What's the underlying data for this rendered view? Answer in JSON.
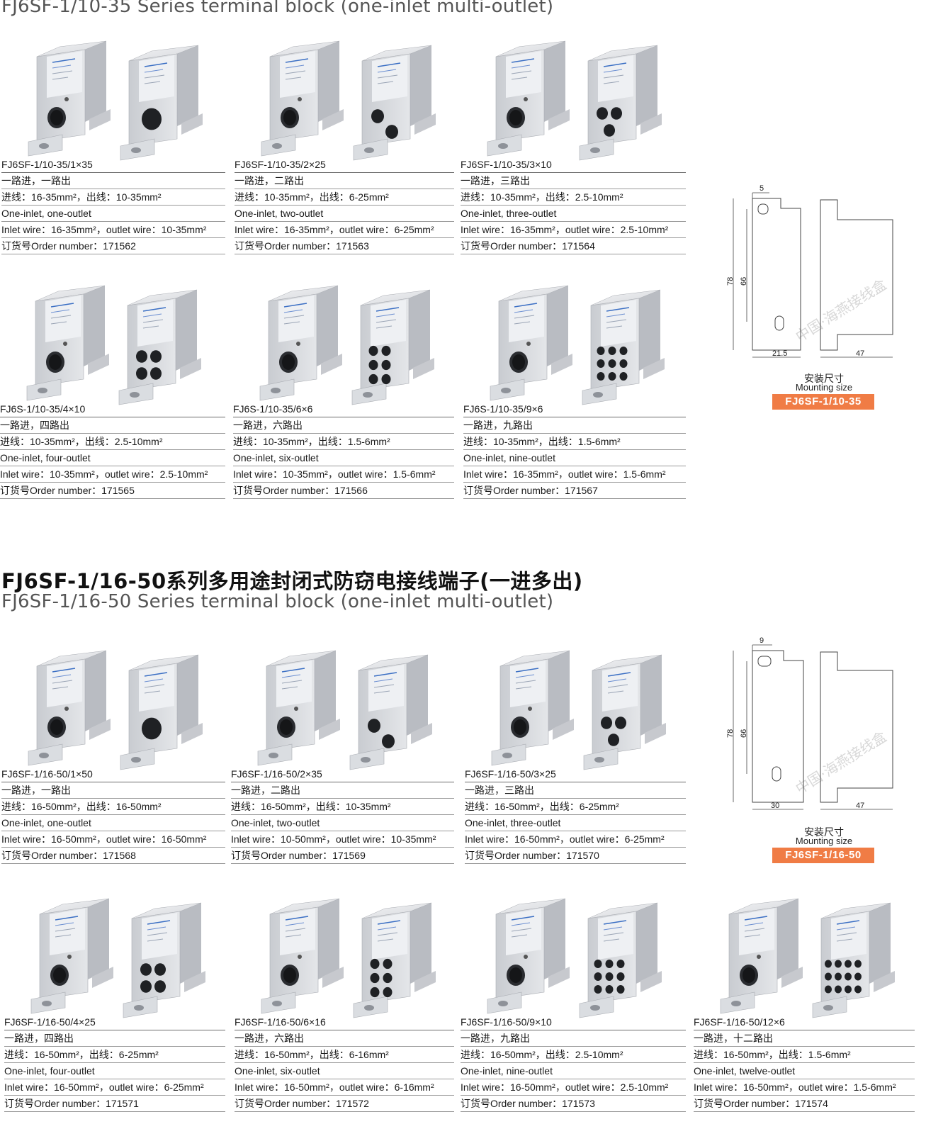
{
  "section1": {
    "subtitle": "FJ6SF-1/10-35 Series terminal block (one-inlet multi-outlet)",
    "products": [
      {
        "model": "FJ6SF-1/10-35/1×35",
        "cn": "一路进，一路出",
        "cn_wire": "进线：16-35mm²，出线：10-35mm²",
        "en": "One-inlet, one-outlet",
        "en_wire": "Inlet wire：16-35mm²，outlet wire：10-35mm²",
        "order": "订货号Order number：171562",
        "holes": 1
      },
      {
        "model": "FJ6SF-1/10-35/2×25",
        "cn": "一路进，二路出",
        "cn_wire": "进线：10-35mm²，出线：6-25mm²",
        "en": "One-inlet, two-outlet",
        "en_wire": "Inlet wire：16-35mm²，outlet wire：6-25mm²",
        "order": "订货号Order number：171563",
        "holes": 2
      },
      {
        "model": "FJ6SF-1/10-35/3×10",
        "cn": "一路进，三路出",
        "cn_wire": "进线：10-35mm²，出线：2.5-10mm²",
        "en": "One-inlet, three-outlet",
        "en_wire": "Inlet wire：16-35mm²，outlet wire：2.5-10mm²",
        "order": "订货号Order number：171564",
        "holes": 3
      },
      {
        "model": "FJ6S-1/10-35/4×10",
        "cn": "一路进，四路出",
        "cn_wire": "进线：10-35mm²，出线：2.5-10mm²",
        "en": "One-inlet, four-outlet",
        "en_wire": "Inlet wire：10-35mm²，outlet wire：2.5-10mm²",
        "order": "订货号Order number：171565",
        "holes": 4
      },
      {
        "model": "FJ6S-1/10-35/6×6",
        "cn": "一路进，六路出",
        "cn_wire": "进线：10-35mm²，出线：1.5-6mm²",
        "en": "One-inlet, six-outlet",
        "en_wire": "Inlet wire：10-35mm²，outlet wire：1.5-6mm²",
        "order": "订货号Order number：171566",
        "holes": 6
      },
      {
        "model": "FJ6S-1/10-35/9×6",
        "cn": "一路进，九路出",
        "cn_wire": "进线：10-35mm²，出线：1.5-6mm²",
        "en": "One-inlet, nine-outlet",
        "en_wire": "Inlet wire：16-35mm²，outlet wire：1.5-6mm²",
        "order": "订货号Order number：171567",
        "holes": 9
      }
    ],
    "mount": {
      "top_dim": "5",
      "h_outer": "78",
      "h_inner": "66",
      "w_left": "21.5",
      "w_right": "47",
      "cn": "安装尺寸",
      "en": "Mounting size",
      "badge": "FJ6SF-1/10-35",
      "watermark": "中国·海燕接线盒"
    }
  },
  "section2": {
    "title": "FJ6SF-1/16-50系列多用途封闭式防窃电接线端子(一进多出)",
    "subtitle": "FJ6SF-1/16-50 Series terminal block (one-inlet multi-outlet)",
    "products": [
      {
        "model": "FJ6SF-1/16-50/1×50",
        "cn": "一路进，一路出",
        "cn_wire": "进线：16-50mm²，出线：16-50mm²",
        "en": "One-inlet, one-outlet",
        "en_wire": "Inlet wire：16-50mm²，outlet wire：16-50mm²",
        "order": "订货号Order number：171568",
        "holes": 1
      },
      {
        "model": "FJ6SF-1/16-50/2×35",
        "cn": "一路进，二路出",
        "cn_wire": "进线：16-50mm²，出线：10-35mm²",
        "en": "One-inlet, two-outlet",
        "en_wire": "Inlet wire：10-50mm²，outlet wire：10-35mm²",
        "order": "订货号Order number：171569",
        "holes": 2
      },
      {
        "model": "FJ6SF-1/16-50/3×25",
        "cn": "一路进，三路出",
        "cn_wire": "进线：16-50mm²，出线：6-25mm²",
        "en": "One-inlet, three-outlet",
        "en_wire": "Inlet wire：16-50mm²，outlet wire：6-25mm²",
        "order": "订货号Order number：171570",
        "holes": 3
      },
      {
        "model": "FJ6SF-1/16-50/4×25",
        "cn": "一路进，四路出",
        "cn_wire": "进线：16-50mm²，出线：6-25mm²",
        "en": "One-inlet, four-outlet",
        "en_wire": "Inlet wire：16-50mm²，outlet wire：6-25mm²",
        "order": "订货号Order number：171571",
        "holes": 4
      },
      {
        "model": "FJ6SF-1/16-50/6×16",
        "cn": "一路进，六路出",
        "cn_wire": "进线：16-50mm²，出线：6-16mm²",
        "en": "One-inlet, six-outlet",
        "en_wire": "Inlet wire：16-50mm²，outlet wire：6-16mm²",
        "order": "订货号Order number：171572",
        "holes": 6
      },
      {
        "model": "FJ6SF-1/16-50/9×10",
        "cn": "一路进，九路出",
        "cn_wire": "进线：16-50mm²，出线：2.5-10mm²",
        "en": "One-inlet, nine-outlet",
        "en_wire": "Inlet wire：16-50mm²，outlet wire：2.5-10mm²",
        "order": "订货号Order number：171573",
        "holes": 9
      },
      {
        "model": "FJ6SF-1/16-50/12×6",
        "cn": "一路进，十二路出",
        "cn_wire": "进线：16-50mm²，出线：1.5-6mm²",
        "en": "One-inlet, twelve-outlet",
        "en_wire": "Inlet wire：16-50mm²，outlet wire：1.5-6mm²",
        "order": "订货号Order number：171574",
        "holes": 12
      }
    ],
    "mount": {
      "top_dim": "9",
      "h_outer": "78",
      "h_inner": "66",
      "w_left": "30",
      "w_right": "47",
      "cn": "安装尺寸",
      "en": "Mounting size",
      "badge": "FJ6SF-1/16-50",
      "watermark": "中国·海燕接线盒"
    }
  }
}
